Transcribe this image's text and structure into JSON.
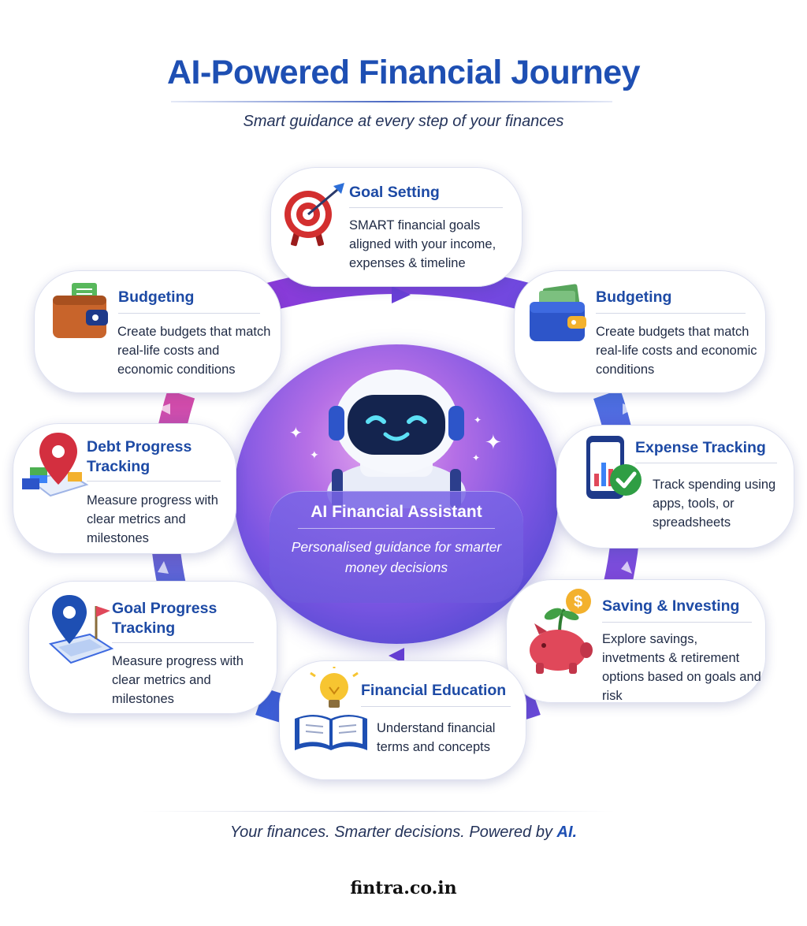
{
  "title": "AI-Powered Financial Journey",
  "subtitle": "Smart guidance at every step of your finances",
  "center": {
    "title": "AI Financial Assistant",
    "description": "Personalised guidance for smarter money decisions"
  },
  "steps": [
    {
      "title": "Goal Setting",
      "description": "SMART financial goals aligned with your income, expenses & timeline",
      "icon": "target-icon"
    },
    {
      "title": "Budgeting",
      "description": "Create budgets that match real-life costs and economic conditions",
      "icon": "wallet-icon"
    },
    {
      "title": "Expense Tracking",
      "description": "Track spending using apps, tools, or spreadsheets",
      "icon": "phone-chart-icon"
    },
    {
      "title": "Saving & Investing",
      "description": "Explore savings, invetments & retirement options based on goals and risk",
      "icon": "piggy-bank-icon"
    },
    {
      "title": "Financial Education",
      "description": "Understand financial terms and concepts",
      "icon": "book-lightbulb-icon"
    },
    {
      "title": "Goal Progress Tracking",
      "description": "Measure progress with clear metrics and milestones",
      "icon": "map-pin-flag-icon"
    },
    {
      "title": "Debt Progress Tracking",
      "description": "Measure progress with clear metrics and milestones",
      "icon": "location-pin-icon"
    },
    {
      "title": "Budgeting",
      "description": "Create budgets that match real-life costs and economic conditions",
      "icon": "wallet-icon"
    }
  ],
  "footer": {
    "tagline_prefix": "Your finances. Smarter decisions. Powered by",
    "tagline_brand": "AI.",
    "site": "fintra.co.in"
  },
  "colors": {
    "title": "#1e4fb3",
    "card_title": "#1d4aa5",
    "ring_purple": "#7b3fe0",
    "ring_blue": "#3a63d8",
    "ring_pink": "#d94aa8"
  }
}
